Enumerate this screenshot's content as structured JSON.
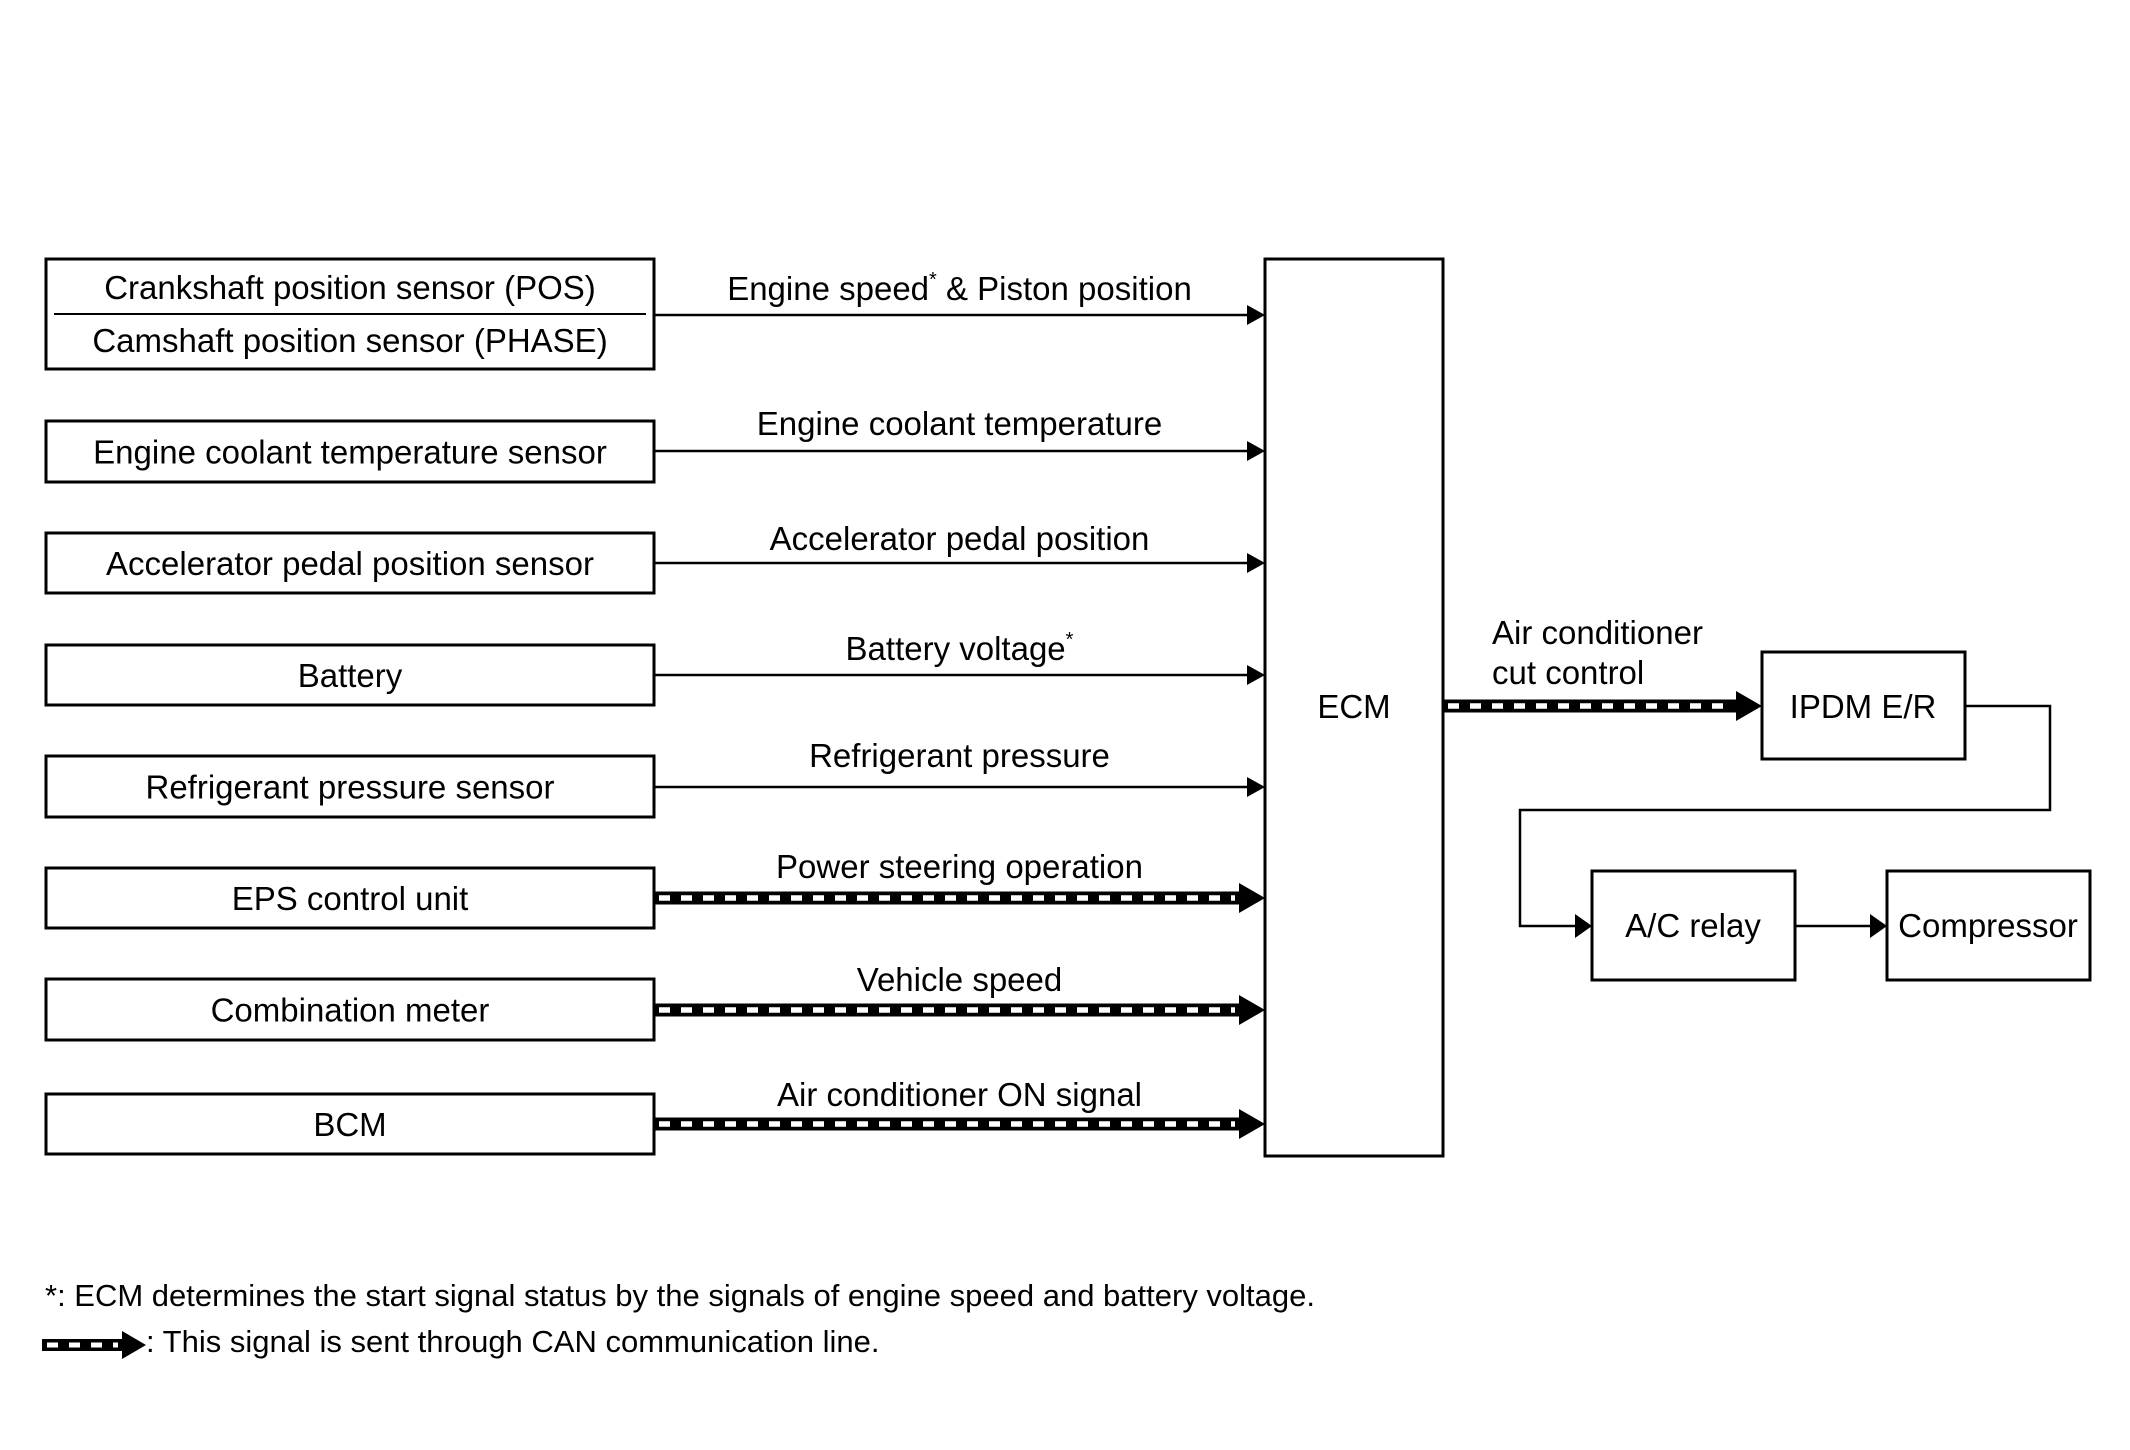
{
  "inputs": [
    {
      "id": "crank-cam",
      "lines": [
        "Crankshaft position sensor (POS)",
        "Camshaft position sensor (PHASE)"
      ],
      "signal": "Engine speed",
      "signal_mark": "*",
      "signal_rest": " & Piston position",
      "can": false
    },
    {
      "id": "coolant",
      "lines": [
        "Engine coolant temperature sensor"
      ],
      "signal": "Engine coolant temperature",
      "signal_mark": "",
      "signal_rest": "",
      "can": false
    },
    {
      "id": "accel",
      "lines": [
        "Accelerator pedal position sensor"
      ],
      "signal": "Accelerator pedal position",
      "signal_mark": "",
      "signal_rest": "",
      "can": false
    },
    {
      "id": "battery",
      "lines": [
        "Battery"
      ],
      "signal": "Battery voltage",
      "signal_mark": "*",
      "signal_rest": "",
      "can": false
    },
    {
      "id": "refrig",
      "lines": [
        "Refrigerant pressure sensor"
      ],
      "signal": "Refrigerant pressure",
      "signal_mark": "",
      "signal_rest": "",
      "can": false
    },
    {
      "id": "eps",
      "lines": [
        "EPS control unit"
      ],
      "signal": "Power steering operation",
      "signal_mark": "",
      "signal_rest": "",
      "can": true
    },
    {
      "id": "meter",
      "lines": [
        "Combination meter"
      ],
      "signal": "Vehicle speed",
      "signal_mark": "",
      "signal_rest": "",
      "can": true
    },
    {
      "id": "bcm",
      "lines": [
        "BCM"
      ],
      "signal": "Air conditioner ON signal",
      "signal_mark": "",
      "signal_rest": "",
      "can": true
    }
  ],
  "ecm": {
    "label": "ECM"
  },
  "output": {
    "signal_lines": [
      "Air conditioner",
      "cut control"
    ],
    "ipdm": "IPDM E/R",
    "relay": "A/C relay",
    "compressor": "Compressor"
  },
  "notes": {
    "star": "*: ECM determines the start signal status by the signals of engine speed and battery voltage.",
    "can": ": This signal is sent through CAN communication line."
  }
}
